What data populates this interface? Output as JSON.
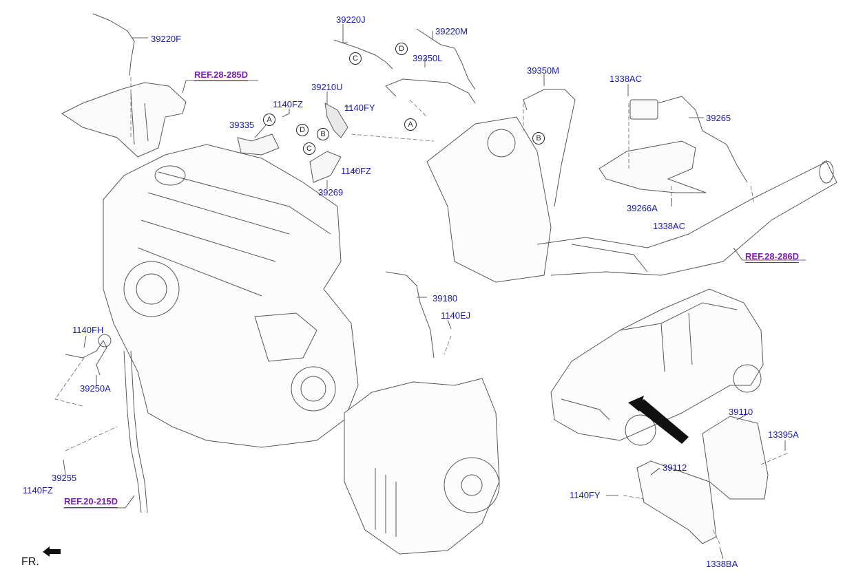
{
  "colors": {
    "callout": "#1a1aa8",
    "reference": "#7a1fa8",
    "line": "#555555"
  },
  "part_labels": [
    "39220F",
    "39220J",
    "39220M",
    "39350L",
    "39350M",
    "1338AC",
    "39265",
    "39210U",
    "1140FY",
    "1140FZ",
    "39335",
    "39269",
    "1140FZ",
    "39266A",
    "1338AC",
    "39180",
    "1140EJ",
    "1140FH",
    "39250A",
    "39255",
    "1140FZ",
    "39110",
    "13395A",
    "39112",
    "1140FY",
    "1338BA"
  ],
  "references": [
    "REF.28-285D",
    "REF.28-286D",
    "REF.20-215D"
  ],
  "connectors": [
    "A",
    "B",
    "C",
    "D",
    "A",
    "B",
    "C",
    "D"
  ],
  "direction": "FR."
}
